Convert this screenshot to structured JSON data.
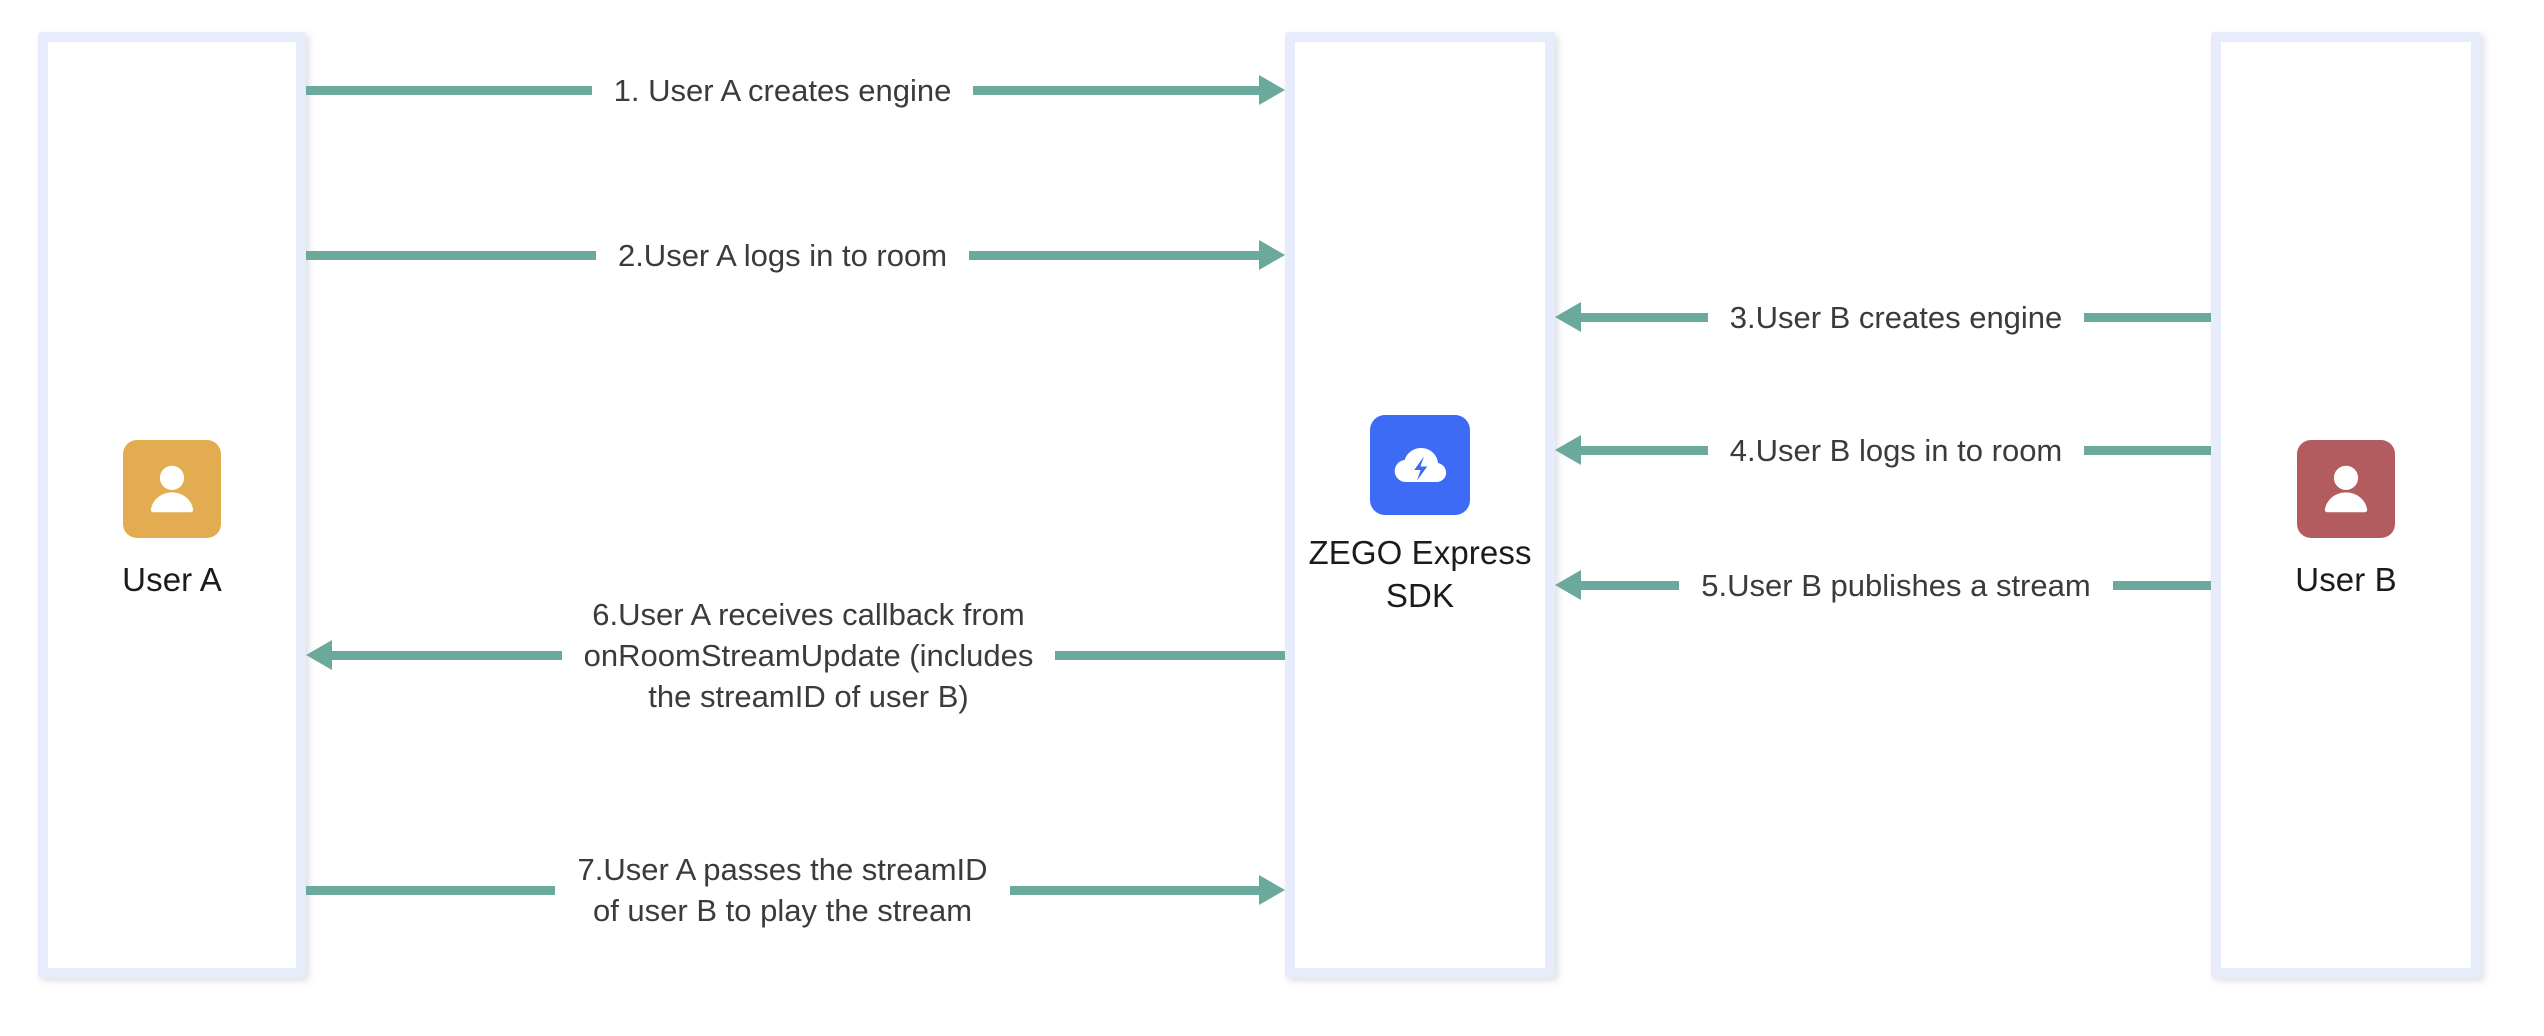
{
  "diagram": {
    "title": "ZEGO Express SDK publish and play stream flow",
    "colors": {
      "arrow": "#6aa99b",
      "column_border": "#e6ecfa",
      "user_a_tile": "#e3ac50",
      "user_b_tile": "#b35c60",
      "sdk_tile": "#3d6bf5",
      "label_text": "#3b3b3b",
      "caption_text": "#1b1b1b",
      "background": "#ffffff"
    }
  },
  "actors": {
    "user_a": {
      "caption": "User A",
      "icon": "person-avatar-icon"
    },
    "sdk": {
      "caption_lines": [
        "ZEGO",
        "Express",
        "SDK"
      ],
      "icon": "zego-cloud-bolt-icon"
    },
    "user_b": {
      "caption": "User B",
      "icon": "person-avatar-icon"
    }
  },
  "messages": [
    {
      "id": 1,
      "direction": "right",
      "from": "user_a",
      "to": "sdk",
      "lines": [
        "1. User A creates engine"
      ]
    },
    {
      "id": 2,
      "direction": "right",
      "from": "user_a",
      "to": "sdk",
      "lines": [
        "2.User A logs in to room"
      ]
    },
    {
      "id": 3,
      "direction": "left",
      "from": "user_b",
      "to": "sdk",
      "lines": [
        "3.User B creates engine"
      ]
    },
    {
      "id": 4,
      "direction": "left",
      "from": "user_b",
      "to": "sdk",
      "lines": [
        "4.User B logs in to room"
      ]
    },
    {
      "id": 5,
      "direction": "left",
      "from": "user_b",
      "to": "sdk",
      "lines": [
        "5.User B publishes a stream"
      ]
    },
    {
      "id": 6,
      "direction": "left",
      "from": "sdk",
      "to": "user_a",
      "lines": [
        "6.User A receives callback from",
        "onRoomStreamUpdate (includes",
        "the streamID of user B)"
      ]
    },
    {
      "id": 7,
      "direction": "right",
      "from": "user_a",
      "to": "sdk",
      "lines": [
        "7.User A passes the streamID",
        "of user B to play the stream"
      ]
    }
  ]
}
